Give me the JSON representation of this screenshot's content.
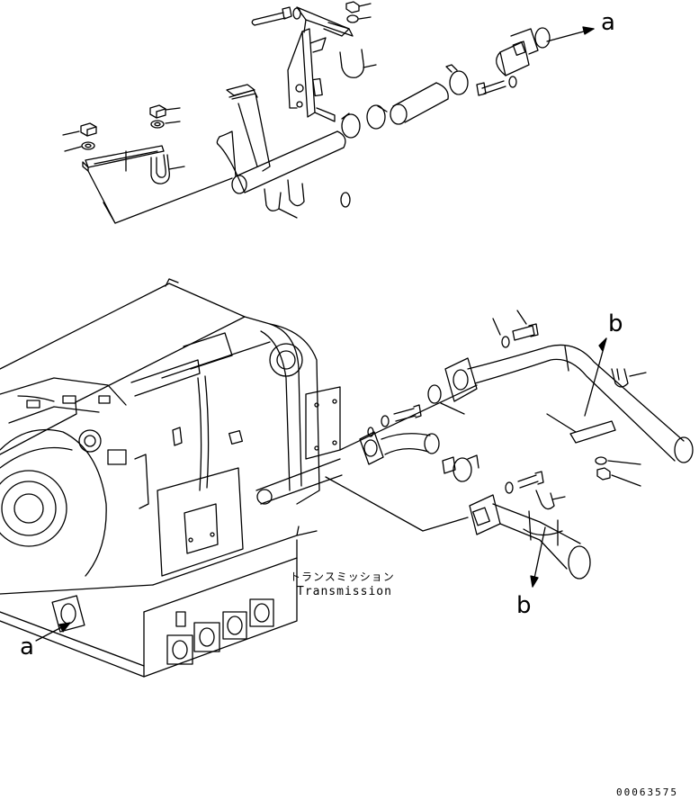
{
  "labels": {
    "jp": "トランスミッション",
    "en": "Transmission",
    "a_top": "a",
    "a_bottom": "a",
    "b_top": "b",
    "b_bottom": "b",
    "drawing_id": "00063575"
  }
}
